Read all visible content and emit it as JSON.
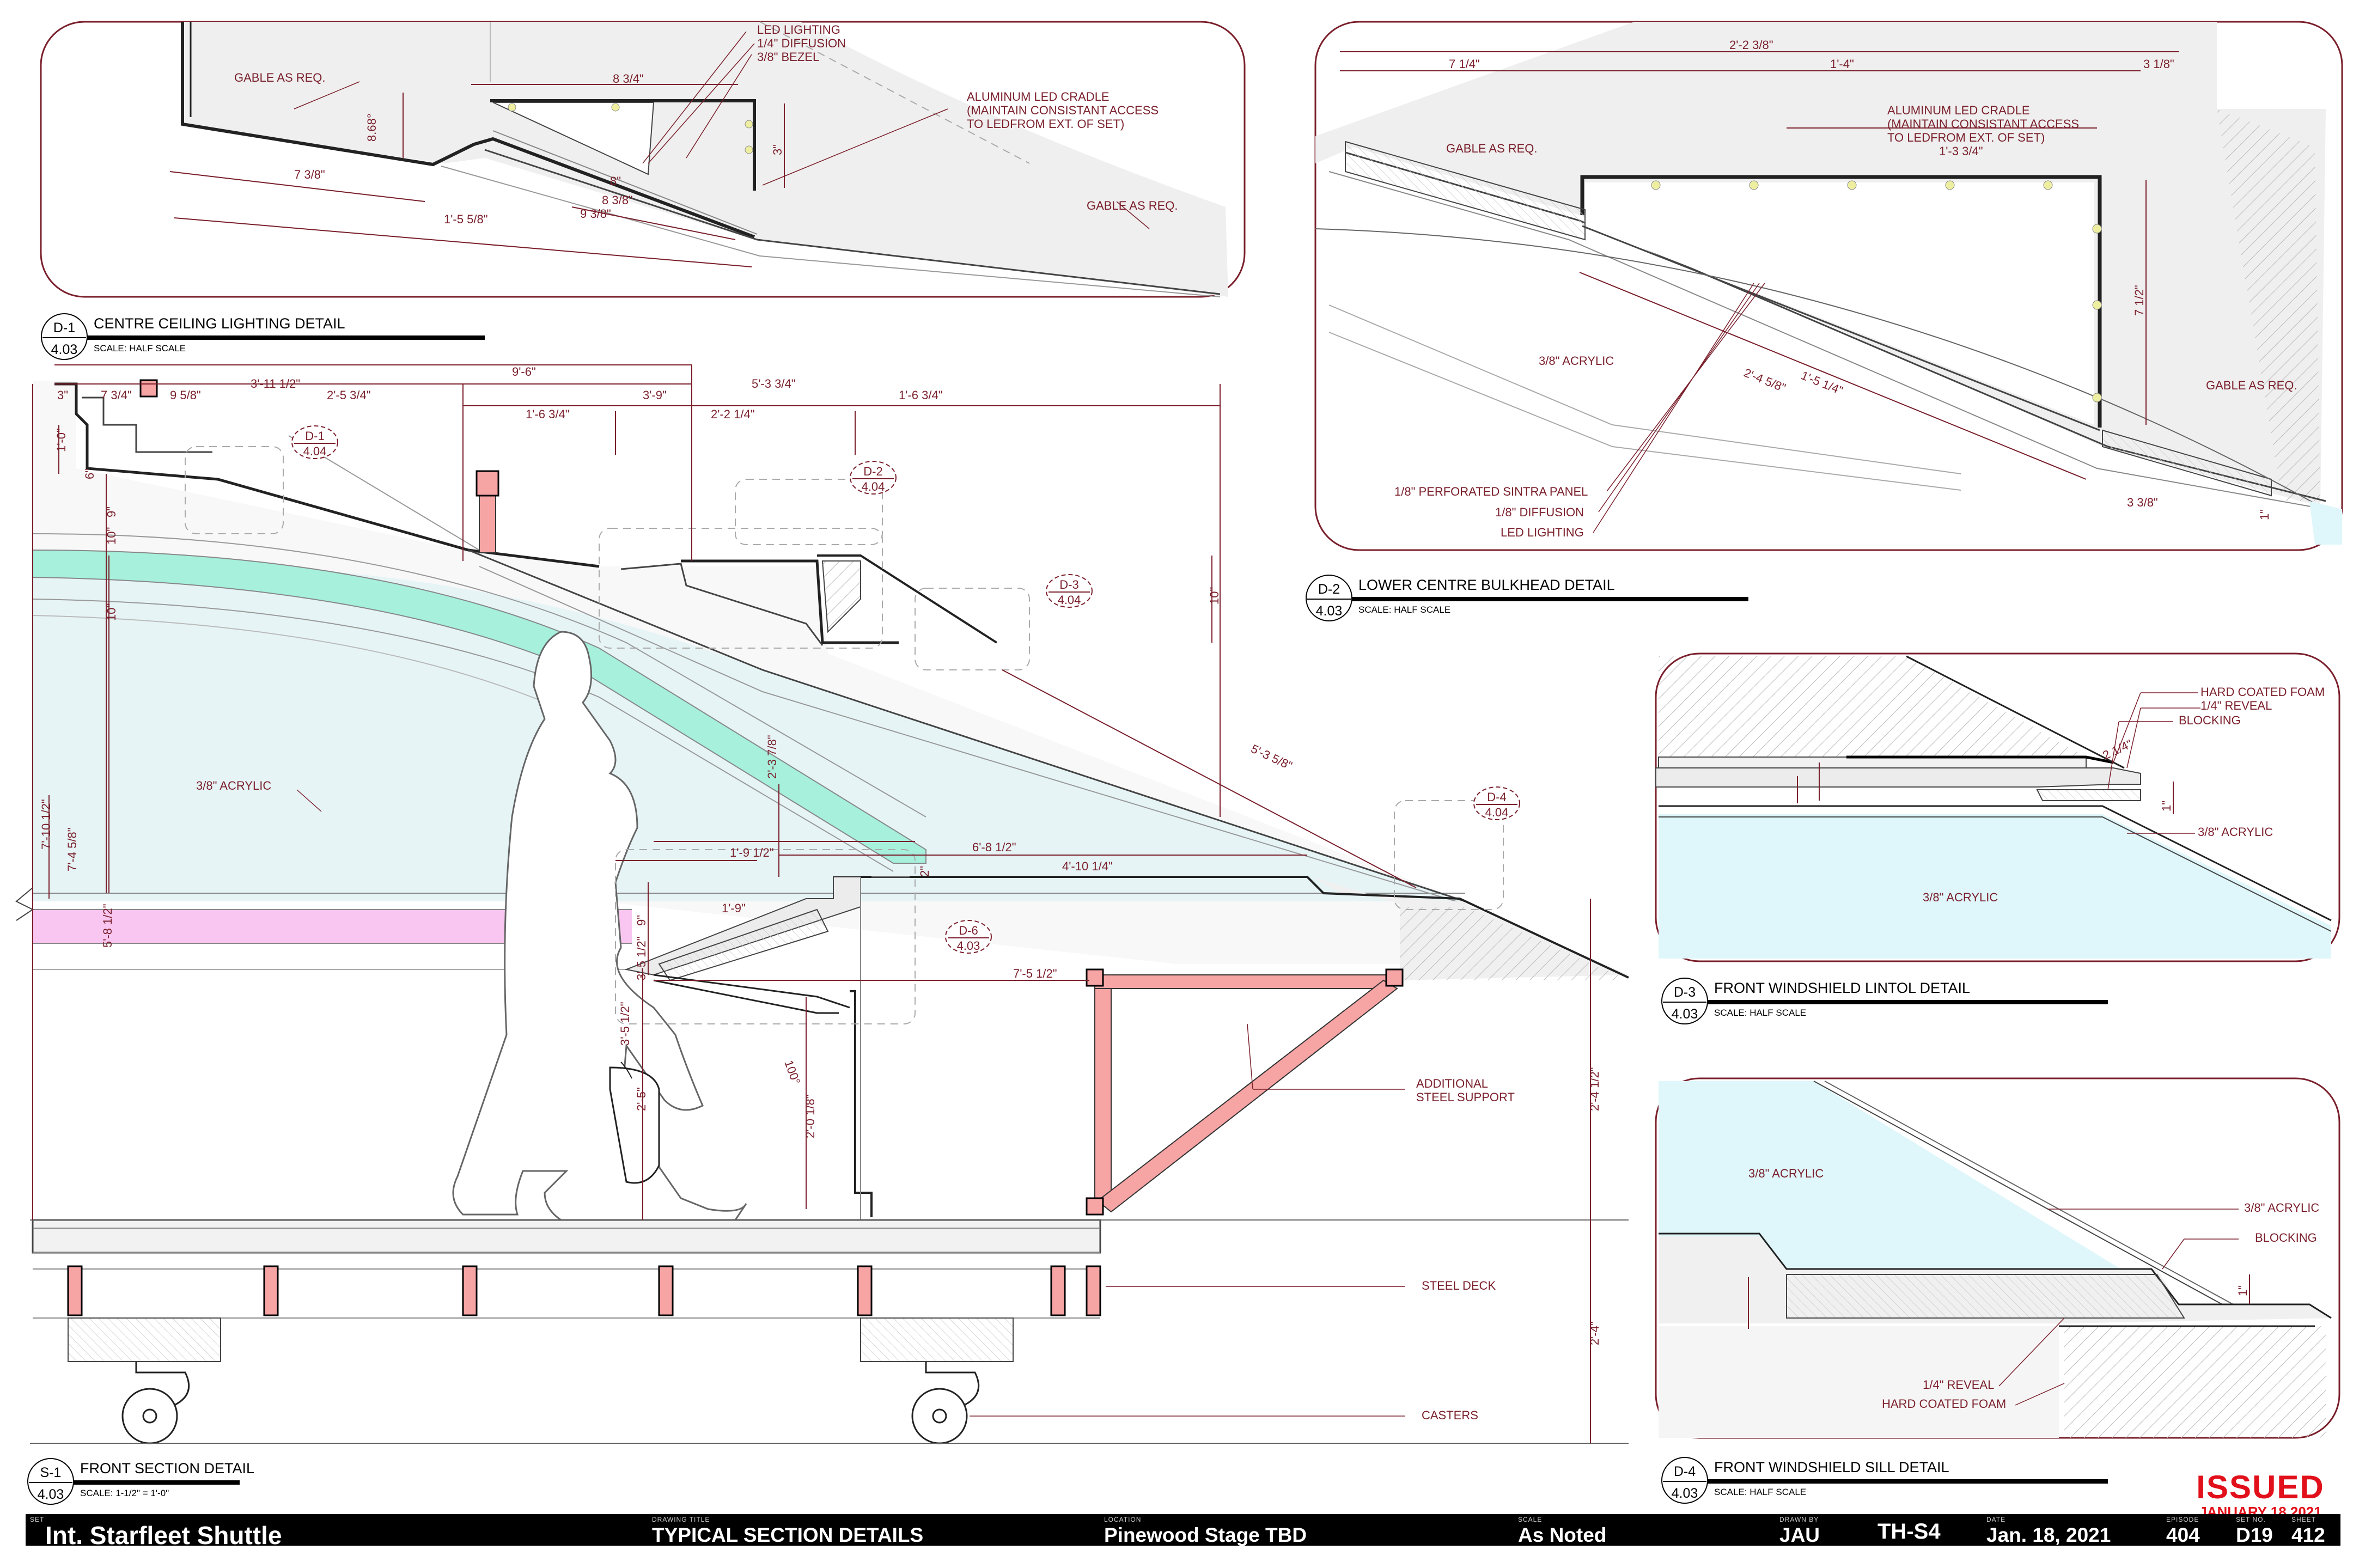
{
  "colors": {
    "line": "#7a1f2b",
    "acrylic": "#dff7fb",
    "green_band": "#a6f0dc",
    "pink_band": "#f8c6f0",
    "steel": "#f6a4a4",
    "issued": "#e1101a"
  },
  "details": {
    "d1": {
      "id": "D-1",
      "sheet": "4.03",
      "title": "CENTRE CEILING LIGHTING DETAIL",
      "scale": "SCALE: HALF SCALE",
      "labels": {
        "gable_left": "GABLE AS REQ.",
        "gable_right": "GABLE AS REQ.",
        "led": "LED LIGHTING",
        "diffusion": "1/4\" DIFFUSION",
        "bezel": "3/8\" BEZEL",
        "cradle_1": "ALUMINUM LED CRADLE",
        "cradle_2": "(MAINTAIN CONSISTANT ACCESS",
        "cradle_3": "TO LEDFROM EXT. OF SET)"
      },
      "dims": [
        "8 3/4\"",
        "3\"",
        "8.68°",
        "7 3/8\"",
        "8\"",
        "8 3/8\"",
        "9 3/8\"",
        "1'-5 5/8\""
      ]
    },
    "d2": {
      "id": "D-2",
      "sheet": "4.03",
      "title": "LOWER CENTRE BULKHEAD DETAIL",
      "scale": "SCALE: HALF SCALE",
      "labels": {
        "gable_left": "GABLE AS REQ.",
        "gable_right": "GABLE AS REQ.",
        "cradle_1": "ALUMINUM LED CRADLE",
        "cradle_2": "(MAINTAIN CONSISTANT ACCESS",
        "cradle_3": "TO LEDFROM EXT. OF SET)",
        "acrylic": "3/8\" ACRYLIC",
        "sintra": "1/8\" PERFORATED SINTRA PANEL",
        "diffusion": "1/8\" DIFFUSION",
        "led": "LED LIGHTING"
      },
      "dims": [
        "2'-2 3/8\"",
        "7 1/4\"",
        "1'-4\"",
        "3 1/8\"",
        "1'-3 3/4\"",
        "7 1/2\"",
        "2'-4 5/8\"",
        "1'-5 1/4\"",
        "3 3/8\"",
        "1\""
      ]
    },
    "d3": {
      "id": "D-3",
      "sheet": "4.03",
      "title": "FRONT WINDSHIELD LINTOL DETAIL",
      "scale": "SCALE: HALF SCALE",
      "labels": {
        "foam": "HARD COATED FOAM",
        "reveal": "1/4\" REVEAL",
        "blocking": "BLOCKING",
        "acrylic_right": "3/8\" ACRYLIC",
        "acrylic_mid": "3/8\" ACRYLIC"
      },
      "dims": [
        "2 1/4\"",
        "1\""
      ]
    },
    "d4": {
      "id": "D-4",
      "sheet": "4.03",
      "title": "FRONT WINDSHIELD SILL DETAIL",
      "scale": "SCALE: HALF SCALE",
      "labels": {
        "acrylic_left": "3/8\" ACRYLIC",
        "acrylic_right": "3/8\" ACRYLIC",
        "blocking": "BLOCKING",
        "reveal": "1/4\" REVEAL",
        "foam": "HARD COATED FOAM"
      },
      "dims": [
        "1\""
      ]
    },
    "s1": {
      "id": "S-1",
      "sheet": "4.03",
      "title": "FRONT SECTION DETAIL",
      "scale": "SCALE: 1-1/2\" = 1'-0\"",
      "labels": {
        "acrylic": "3/8\" ACRYLIC",
        "steel_support_1": "ADDITIONAL",
        "steel_support_2": "STEEL SUPPORT",
        "steel_deck": "STEEL DECK",
        "casters": "CASTERS"
      },
      "refs": [
        {
          "id": "D-1",
          "sheet": "4.04"
        },
        {
          "id": "D-2",
          "sheet": "4.04"
        },
        {
          "id": "D-3",
          "sheet": "4.04"
        },
        {
          "id": "D-4",
          "sheet": "4.04"
        },
        {
          "id": "D-6",
          "sheet": "4.03"
        }
      ],
      "dims": [
        "9'-6\"",
        "3'-11 1/2\"",
        "2'-5 3/4\"",
        "5'-3 3/4\"",
        "3\"",
        "7 3/4\"",
        "9 5/8\"",
        "1'-6 3/4\"",
        "3'-9\"",
        "2'-2 1/4\"",
        "1'-6 3/4\"",
        "1'-0\"",
        "6\"",
        "10\"",
        "10\"",
        "9\"",
        "7'-10 1/2\"",
        "7'-4 5/8\"",
        "5'-8 1/2\"",
        "5'-3 5/8\"",
        "2'-3 7/8\"",
        "6'-8 1/2\"",
        "1'-9 1/2\"",
        "4'-10 1/4\"",
        "1'-9\"",
        "2\"",
        "9\"",
        "3'-5 1/2\"",
        "7'-5 1/2\"",
        "10\"",
        "3'-5 1/2\"",
        "2'-5\"",
        "100°",
        "2'-0 1/8\"",
        "2'-4 1/2\"",
        "2'-4\""
      ]
    }
  },
  "titleblock": {
    "set_label": "SET",
    "set": "Int. Starfleet Shuttle",
    "drawing_title_label": "DRAWING TITLE",
    "drawing_title": "TYPICAL SECTION DETAILS",
    "location_label": "LOCATION",
    "location": "Pinewood Stage TBD",
    "scale_label": "SCALE",
    "scale": "As Noted",
    "drawn_label": "DRAWN BY",
    "drawn": "JAU",
    "sheet_code": "TH-S4",
    "date_label": "DATE",
    "date": "Jan. 18, 2021",
    "episode_label": "EPISODE",
    "episode": "404",
    "set_no_label": "SET NO.",
    "set_no": "D19",
    "sheet_label": "SHEET",
    "sheet": "412"
  },
  "issued": {
    "word": "ISSUED",
    "date": "JANUARY 18 2021"
  }
}
